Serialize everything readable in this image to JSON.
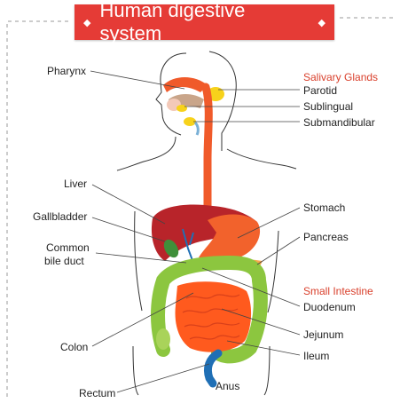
{
  "title": "Human digestive system",
  "colors": {
    "banner": "#e53b36",
    "section_header": "#d9402c",
    "esophagus": "#f05a2a",
    "liver": "#b8242a",
    "stomach": "#f2622c",
    "gallbladder": "#3f8f3a",
    "small_intestine": "#ff5a1e",
    "colon": "#8cc63f",
    "rectum": "#1f6fb5",
    "salivary_glands": "#f7d21b"
  },
  "labels": {
    "pharynx": "Pharynx",
    "salivary_glands": "Salivary Glands",
    "parotid": "Parotid",
    "sublingual": "Sublingual",
    "submandibular": "Submandibular",
    "liver": "Liver",
    "gallbladder": "Gallbladder",
    "common_bile_duct_1": "Common",
    "common_bile_duct_2": "bile duct",
    "stomach": "Stomach",
    "pancreas": "Pancreas",
    "small_intestine": "Small Intestine",
    "duodenum": "Duodenum",
    "colon": "Colon",
    "jejunum": "Jejunum",
    "ileum": "Ileum",
    "rectum": "Rectum",
    "anus": "Anus"
  }
}
